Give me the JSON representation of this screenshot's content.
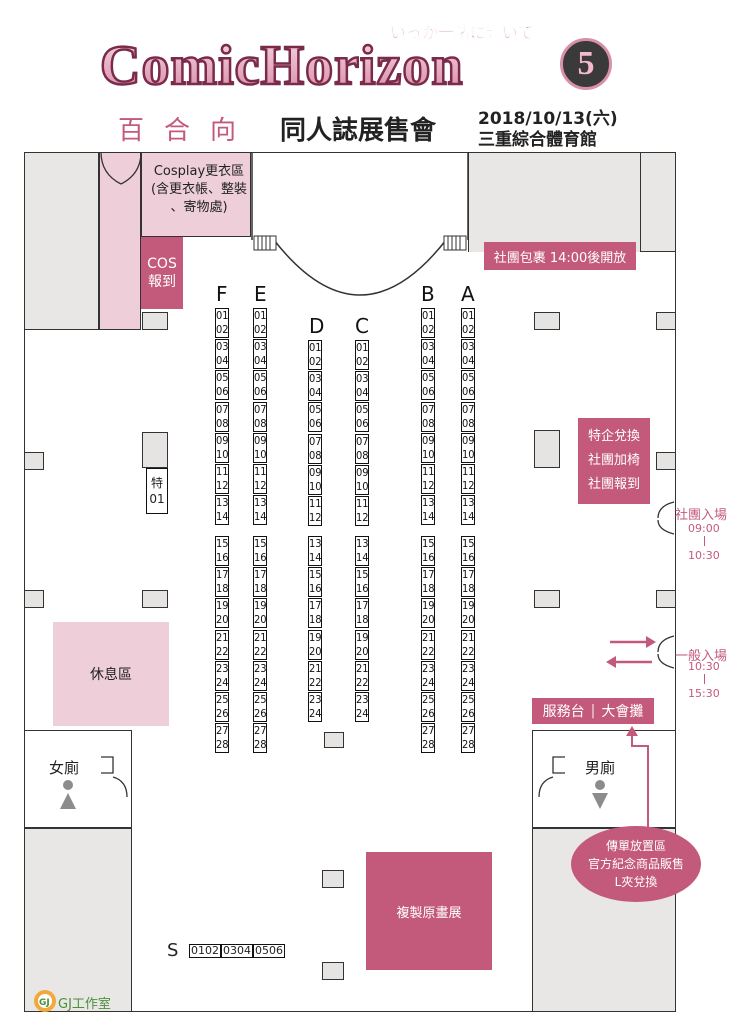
{
  "header": {
    "logo_text": "ComicHorizon",
    "logo_tagline": "いっか一緒に輝いて",
    "logo_number": "5",
    "subtitle_brand": "百合向",
    "subtitle_event": "同人誌展售會",
    "date": "2018/10/13(六)",
    "venue": "三重綜合體育館"
  },
  "areas": {
    "cosplay_room": {
      "title": "Cosplay更衣區",
      "line2": "(含更衣帳、整裝",
      "line3": "、寄物處)"
    },
    "cos_checkin": {
      "line1": "COS",
      "line2": "報到"
    },
    "package_notice": "社團包裹 14:00後開放",
    "special_booth": {
      "line1": "特",
      "line2": "01"
    },
    "rest_area": "休息區",
    "services": {
      "line1": "特企兌換",
      "line2": "社團加椅",
      "line3": "社團報到"
    },
    "entrance_circle": {
      "label": "社團入場",
      "time_start": "09:00",
      "time_end": "10:30"
    },
    "entrance_general": {
      "label": "一般入場",
      "time_start": "10:30",
      "time_end": "15:30"
    },
    "service_desk": {
      "left": "服務台",
      "right": "大會攤"
    },
    "restroom_f": "女廁",
    "restroom_m": "男廁",
    "flyer_zone": {
      "line1": "傳單放置區",
      "line2": "官方紀念商品販售",
      "line3": "L夾兌換"
    },
    "art_exhibit": "複製原畫展",
    "s_row": {
      "label": "S",
      "booths": [
        "0102",
        "0304",
        "0506"
      ]
    }
  },
  "columns": [
    {
      "label": "F",
      "booths": [
        "01",
        "02",
        "03",
        "04",
        "05",
        "06",
        "07",
        "08",
        "09",
        "10",
        "11",
        "12",
        "13",
        "14",
        "15",
        "16",
        "17",
        "18",
        "19",
        "20",
        "21",
        "22",
        "23",
        "24",
        "25",
        "26",
        "27",
        "28"
      ]
    },
    {
      "label": "E",
      "booths": [
        "01",
        "02",
        "03",
        "04",
        "05",
        "06",
        "07",
        "08",
        "09",
        "10",
        "11",
        "12",
        "13",
        "14",
        "15",
        "16",
        "17",
        "18",
        "19",
        "20",
        "21",
        "22",
        "23",
        "24",
        "25",
        "26",
        "27",
        "28"
      ]
    },
    {
      "label": "D",
      "booths": [
        "01",
        "02",
        "03",
        "04",
        "05",
        "06",
        "07",
        "08",
        "09",
        "10",
        "11",
        "12",
        "13",
        "14",
        "15",
        "16",
        "17",
        "18",
        "19",
        "20",
        "21",
        "22",
        "23",
        "24"
      ]
    },
    {
      "label": "C",
      "booths": [
        "01",
        "02",
        "03",
        "04",
        "05",
        "06",
        "07",
        "08",
        "09",
        "10",
        "11",
        "12",
        "13",
        "14",
        "15",
        "16",
        "17",
        "18",
        "19",
        "20",
        "21",
        "22",
        "23",
        "24"
      ]
    },
    {
      "label": "B",
      "booths": [
        "01",
        "02",
        "03",
        "04",
        "05",
        "06",
        "07",
        "08",
        "09",
        "10",
        "11",
        "12",
        "13",
        "14",
        "15",
        "16",
        "17",
        "18",
        "19",
        "20",
        "21",
        "22",
        "23",
        "24",
        "25",
        "26",
        "27",
        "28"
      ]
    },
    {
      "label": "A",
      "booths": [
        "01",
        "02",
        "03",
        "04",
        "05",
        "06",
        "07",
        "08",
        "09",
        "10",
        "11",
        "12",
        "13",
        "14",
        "15",
        "16",
        "17",
        "18",
        "19",
        "20",
        "21",
        "22",
        "23",
        "24",
        "25",
        "26",
        "27",
        "28"
      ]
    }
  ],
  "credit": "GJ工作室",
  "colors": {
    "accent": "#c35a7c",
    "light_pink": "#eecfd9",
    "wall": "#e9e7e6"
  }
}
